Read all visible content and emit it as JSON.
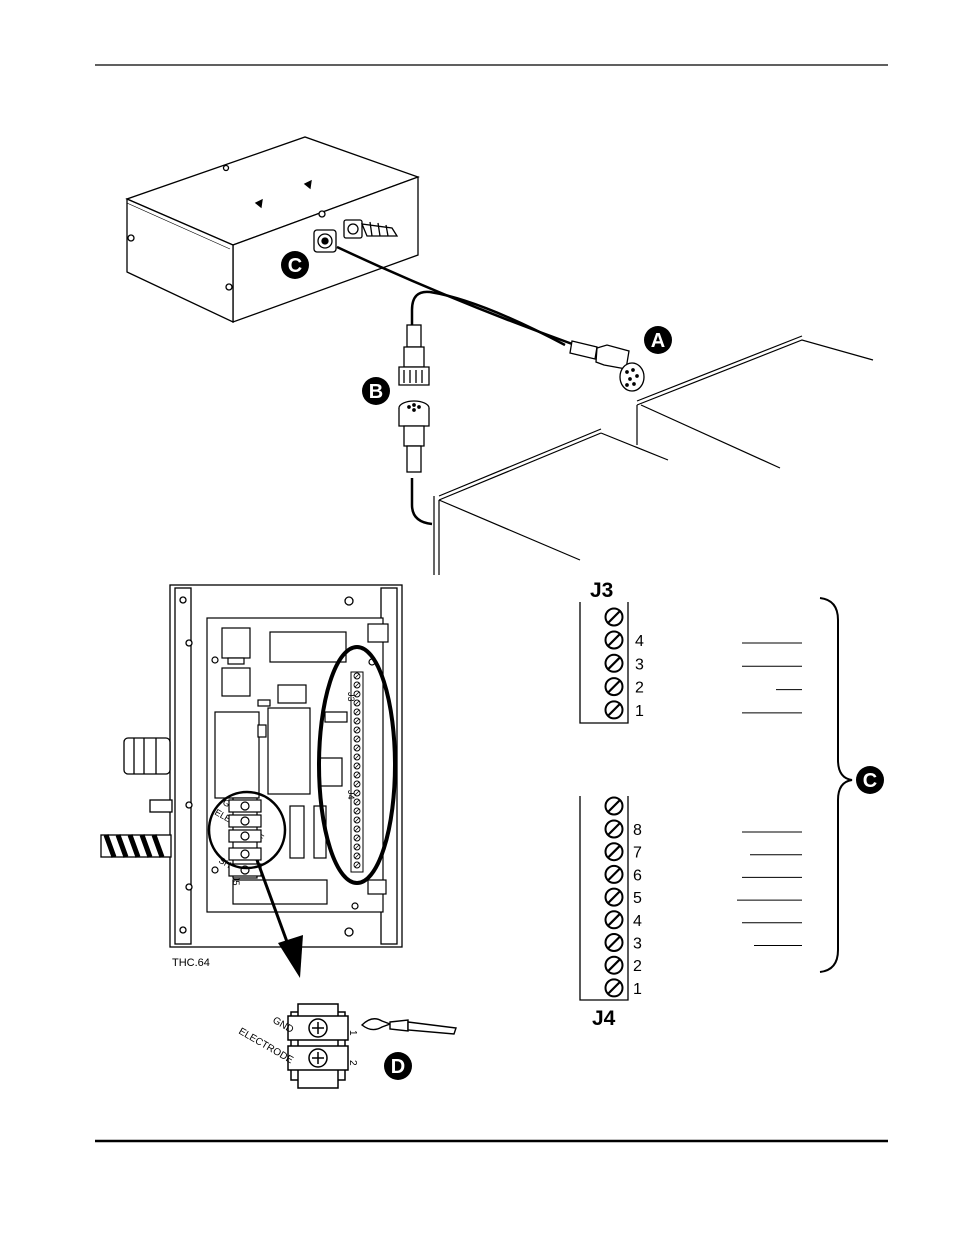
{
  "callouts": {
    "a": "A",
    "b": "B",
    "c_top": "C",
    "c_right": "C",
    "d": "D"
  },
  "figure_code": "THC.64",
  "j3": {
    "title": "J3",
    "pins": [
      "4",
      "3",
      "2",
      "1"
    ]
  },
  "j4": {
    "title": "J4",
    "pins": [
      "8",
      "7",
      "6",
      "5",
      "4",
      "3",
      "2",
      "1"
    ]
  },
  "board_labels": {
    "gnd": "GND",
    "electrode": "ELECTRODE",
    "shield": "SHIELD",
    "j3": "J3",
    "j4": "J4",
    "j5": "J5"
  },
  "detail": {
    "gnd": "GND",
    "electrode": "ELECTRODE",
    "pin1": "1",
    "pin2": "2"
  }
}
